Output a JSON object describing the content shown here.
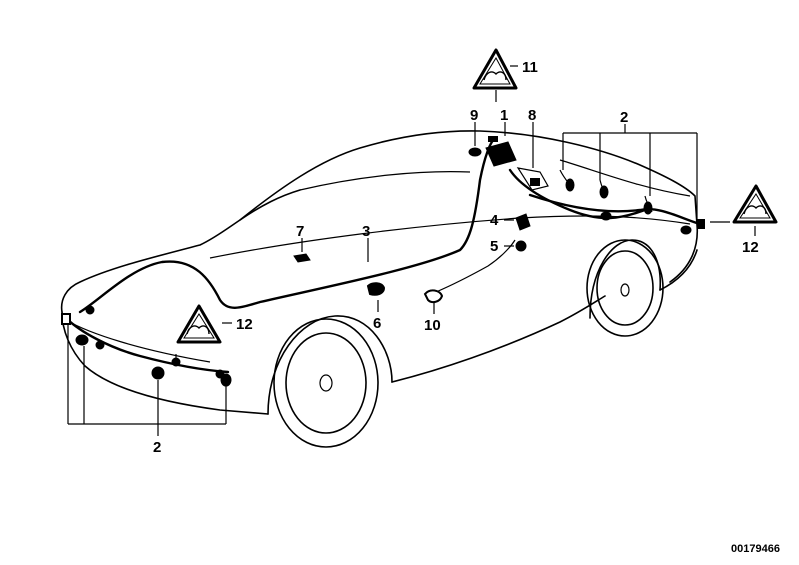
{
  "callouts": {
    "c1": "1",
    "c2_top": "2",
    "c2_bottom": "2",
    "c3": "3",
    "c4": "4",
    "c5": "5",
    "c6": "6",
    "c7": "7",
    "c8": "8",
    "c9": "9",
    "c10": "10",
    "c11": "11",
    "c12_right": "12",
    "c12_left": "12"
  },
  "reference_number": "00179466"
}
